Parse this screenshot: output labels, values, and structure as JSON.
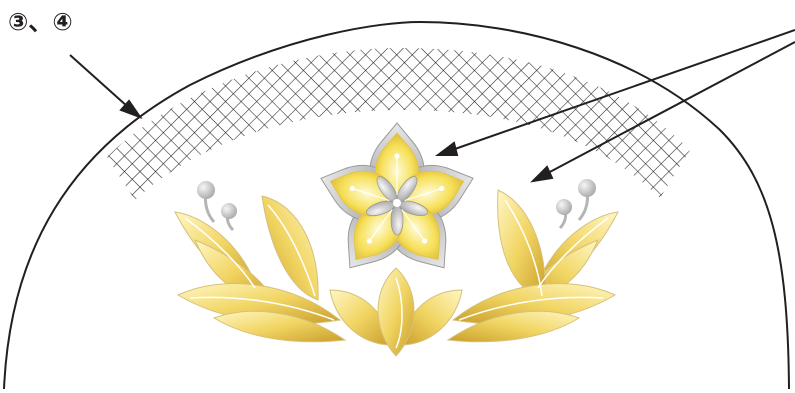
{
  "callout": {
    "label": "③、④"
  },
  "colors": {
    "outline": "#231f20",
    "hatch": "#231f20",
    "gold_light": "#fff6b0",
    "gold": "#f3d457",
    "gold_dark": "#c9a22c",
    "silver_light": "#f4f4f4",
    "silver": "#c4c4c4",
    "silver_dark": "#9a9a9a"
  },
  "icons": {
    "emblem": "cherry-blossom-with-leaves",
    "pattern": "crosshatch-band"
  }
}
